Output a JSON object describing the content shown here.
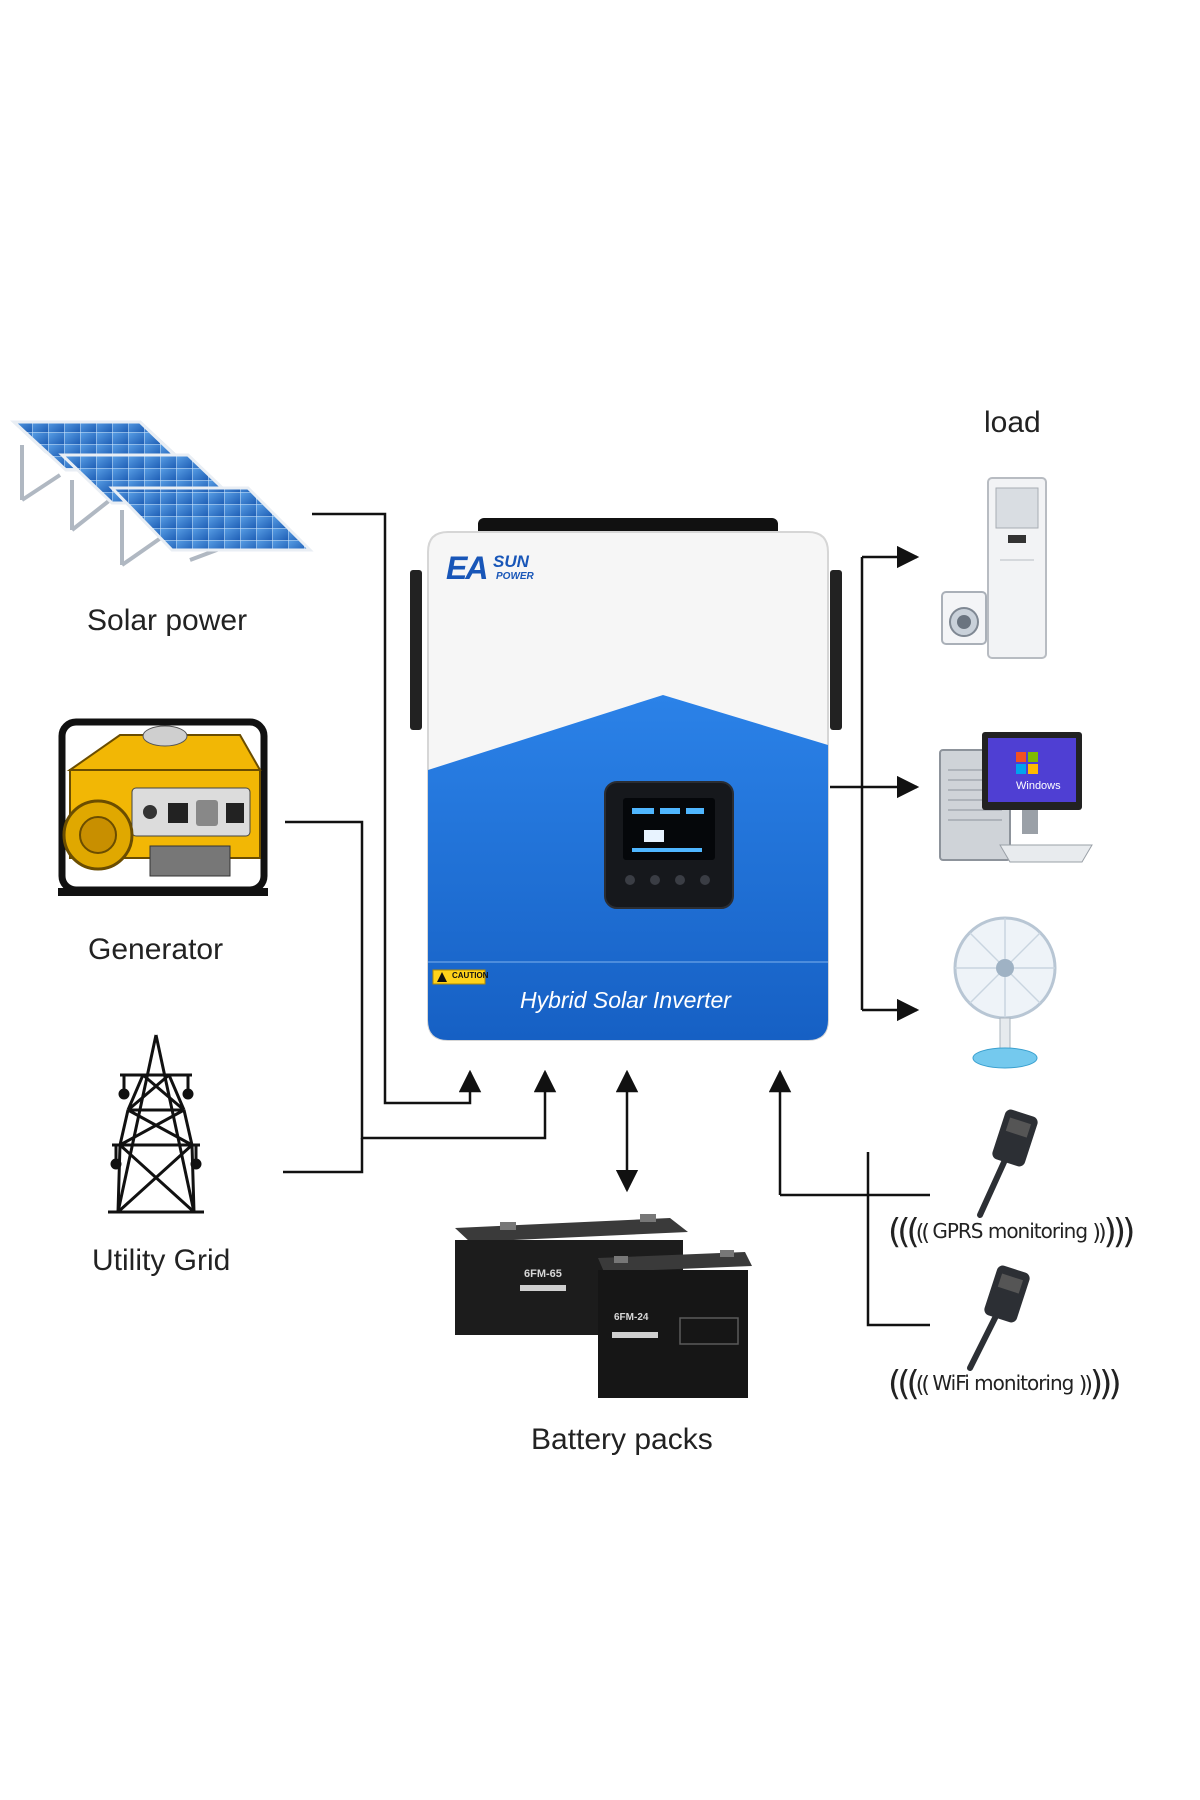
{
  "labels": {
    "solar": "Solar power",
    "generator": "Generator",
    "grid": "Utility Grid",
    "load": "load",
    "battery": "Battery packs",
    "gprs": "GPRS monitoring",
    "wifi": "WiFi monitoring"
  },
  "inverter": {
    "brand_ea": "EA",
    "brand_sun": "SUN",
    "brand_power": "POWER",
    "product_name": "Hybrid Solar Inverter",
    "caution": "CAUTION"
  },
  "batteries": {
    "large_model": "6FM-65",
    "small_model": "6FM-24"
  },
  "computer": {
    "os_label": "Windows"
  },
  "colors": {
    "inverter_blue": "#1f6fd6",
    "panel_blue": "#2f74c8",
    "generator_yellow": "#f2b705",
    "line": "#111111"
  }
}
